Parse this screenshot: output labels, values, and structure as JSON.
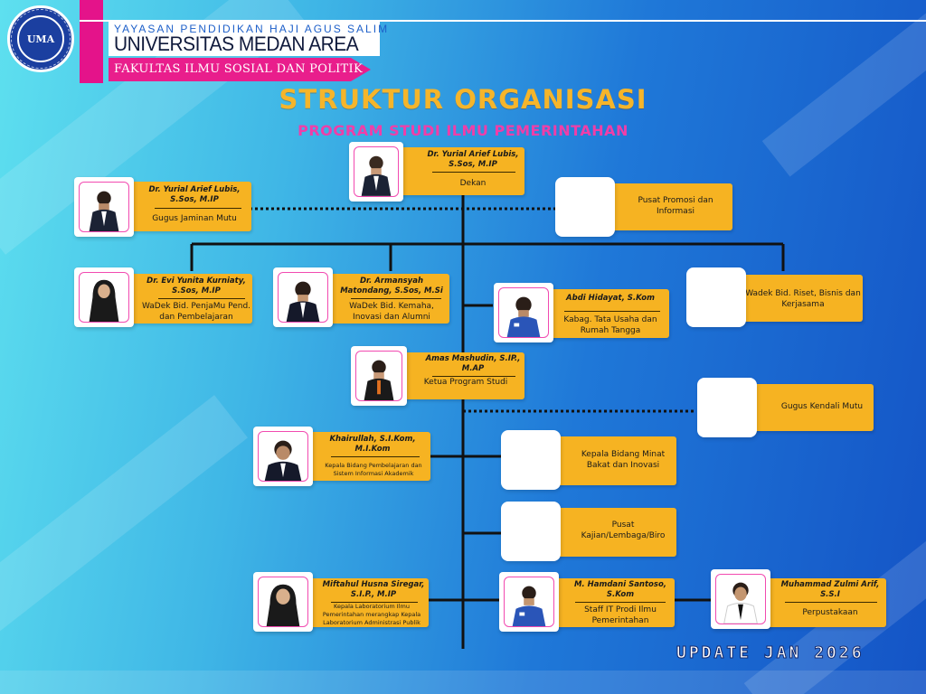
{
  "header": {
    "foundation": "YAYASAN PENDIDIKAN HAJI AGUS SALIM",
    "university": "UNIVERSITAS MEDAN AREA",
    "faculty": "FAKULTAS ILMU SOSIAL DAN POLITIK",
    "logo_text": "UMA"
  },
  "title": "STRUKTUR ORGANISASI",
  "subtitle": "PROGRAM STUDI ILMU PEMERINTAHAN",
  "update": "UPDATE JAN 2026",
  "colors": {
    "card": "#f6b322",
    "title": "#f5b52b",
    "subtitle": "#f03ea8",
    "accent": "#e91e8c",
    "line": "#111111"
  },
  "nodes": {
    "dekan": {
      "name": "Dr. Yurial Arief Lubis, S.Sos, M.IP",
      "role": "Dekan",
      "photo": "man-suit-icon"
    },
    "gjm": {
      "name": "Dr. Yurial Arief Lubis, S.Sos, M.IP",
      "role": "Gugus Jaminan Mutu",
      "photo": "man-suit-icon"
    },
    "ppi": {
      "role": "Pusat Promosi dan Informasi"
    },
    "wadek1": {
      "name": "Dr. Evi Yunita Kurniaty, S.Sos, M.IP",
      "role": "WaDek Bid. PenjaMu Pend. dan Pembelajaran",
      "photo": "woman-hijab-icon"
    },
    "wadek2": {
      "name": "Dr. Armansyah Matondang, S.Sos, M.Si",
      "role": "WaDek Bid. Kemaha, Inovasi dan Alumni",
      "photo": "man-suit-icon"
    },
    "kabag": {
      "name": "Abdi Hidayat, S.Kom",
      "role": "Kabag. Tata Usaha dan Rumah Tangga",
      "photo": "man-uniform-icon"
    },
    "wadek3": {
      "role": "Wadek Bid. Riset, Bisnis dan Kerjasama"
    },
    "kaprodi": {
      "name": "Amas Mashudin, S.IP., M.AP",
      "role": "Ketua Program Studi",
      "photo": "man-suit-icon"
    },
    "gkm": {
      "role": "Gugus Kendali Mutu"
    },
    "kbp": {
      "name": "Khairullah, S.I.Kom, M.I.Kom",
      "role": "Kepala Bidang Pembelajaran dan Sistem Informasi Akademik",
      "photo": "man-suit-icon"
    },
    "kbm": {
      "role": "Kepala Bidang Minat Bakat dan Inovasi"
    },
    "pusat": {
      "role": "Pusat Kajian/Lembaga/Biro"
    },
    "lab": {
      "name": "Miftahul Husna Siregar, S.I.P., M.IP",
      "role": "Kepala Laboratorium Ilmu Pemerintahan merangkap Kepala Laboratorium Administrasi Publik",
      "photo": "woman-hijab-icon"
    },
    "it": {
      "name": "M. Hamdani Santoso, S.Kom",
      "role": "Staff IT Prodi Ilmu Pemerintahan",
      "photo": "man-uniform-icon"
    },
    "perpus": {
      "name": "Muhammad Zulmi Arif, S.S.I",
      "role": "Perpustakaan",
      "photo": "man-shirt-icon"
    }
  }
}
